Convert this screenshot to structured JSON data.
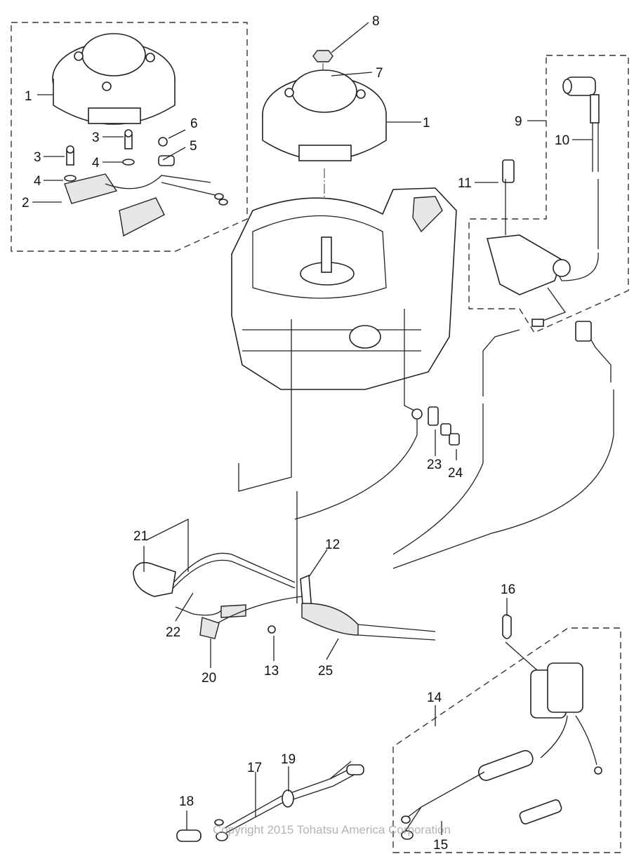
{
  "diagram": {
    "title": "Tohatsu outboard ignition / flywheel parts diagram",
    "watermark": "Copyright 2015 Tohatsu America Corporation",
    "callouts": {
      "c1a": "1",
      "c1b": "1",
      "c2": "2",
      "c3a": "3",
      "c3b": "3",
      "c4a": "4",
      "c4b": "4",
      "c5": "5",
      "c6": "6",
      "c7": "7",
      "c8": "8",
      "c9": "9",
      "c10": "10",
      "c11": "11",
      "c12": "12",
      "c13": "13",
      "c14": "14",
      "c15": "15",
      "c16": "16",
      "c17": "17",
      "c18": "18",
      "c19": "19",
      "c20": "20",
      "c21": "21",
      "c22": "22",
      "c23": "23",
      "c24": "24",
      "c25": "25"
    },
    "groups": {
      "flywheel_stator_kit": [
        "1",
        "2",
        "3",
        "4",
        "5",
        "6"
      ],
      "ignition_coil_kit": [
        "9",
        "10"
      ],
      "rectifier_kit": [
        "14",
        "15"
      ]
    }
  }
}
